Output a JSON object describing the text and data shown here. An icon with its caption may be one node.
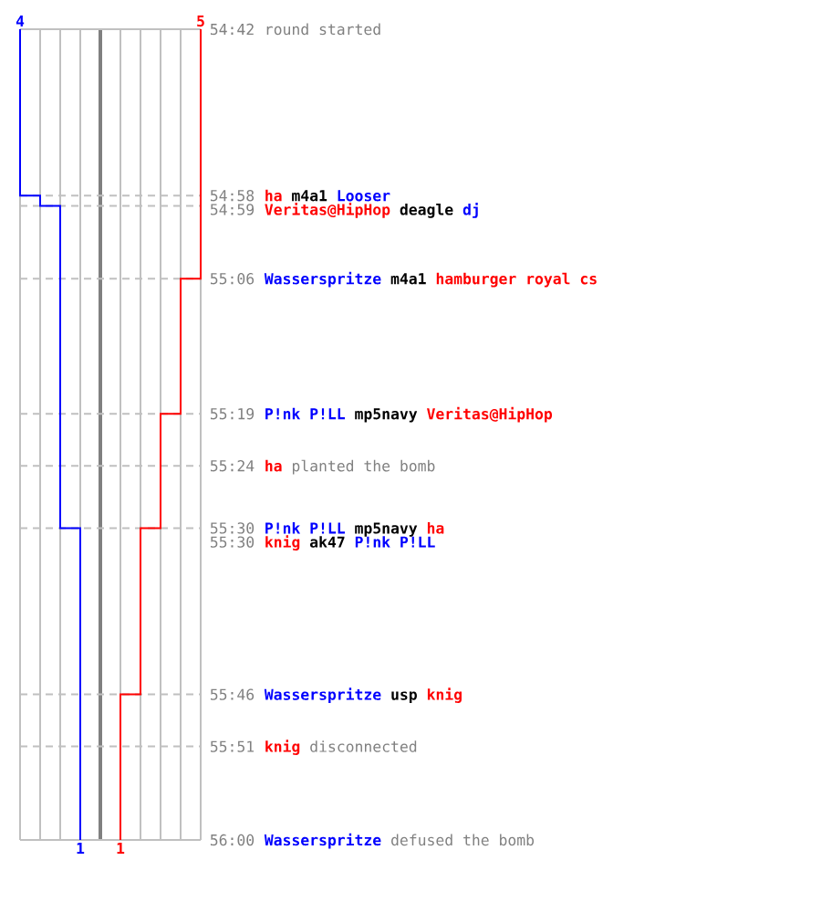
{
  "diagram": {
    "labels": [
      "4",
      "5",
      "54:42",
      "round started",
      "54:58",
      "ha",
      "m4a1",
      "Looser",
      "54:59",
      "Veritas@HipHop",
      "deagle",
      "dj",
      "55:06",
      "Wasserspritze",
      "m4a1",
      "hamburger royal cs",
      "55:19",
      "P!nk P!LL",
      "mp5navy",
      "Veritas@HipHop",
      "55:24",
      "ha",
      "planted the bomb",
      "55:30",
      "P!nk P!LL",
      "mp5navy",
      "ha",
      "55:30",
      "knig",
      "ak47",
      "P!nk P!LL",
      "55:46",
      "Wasserspritze",
      "usp",
      "knig",
      "55:51",
      "knig",
      "disconnected",
      "56:00",
      "Wasserspritze",
      "defused the bomb",
      "1",
      "1"
    ]
  }
}
